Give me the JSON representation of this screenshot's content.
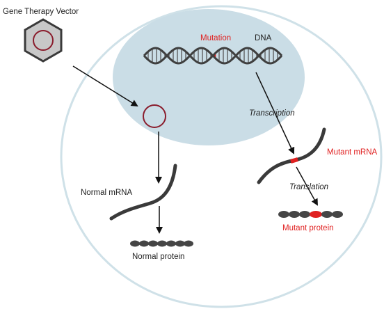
{
  "colors": {
    "cell_outline": "#cfe1e8",
    "nucleus_fill": "#cadde6",
    "dark": "#404040",
    "mutation_red": "#e02020",
    "vector_fill": "#c8c8c8",
    "ring": "#8a1c2c",
    "text": "#222222"
  },
  "labels": {
    "vector": "Gene Therapy Vector",
    "mutation": "Mutation",
    "dna": "DNA",
    "transcription": "Transcription",
    "mutant_mrna": "Mutant mRNA",
    "translation": "Translation",
    "mutant_protein": "Mutant protein",
    "normal_mrna": "Normal mRNA",
    "normal_protein": "Normal protein"
  },
  "icons": {
    "vector": "hexagon-capsid-icon",
    "episome": "circular-dna-icon"
  }
}
